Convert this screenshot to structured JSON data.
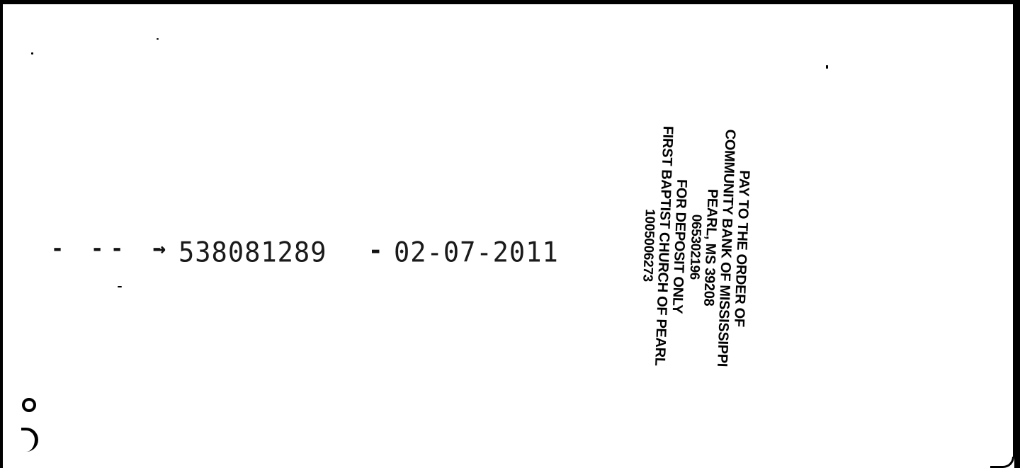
{
  "document": {
    "type": "check-back-endorsement",
    "processing_line": {
      "dashes": "- -- -",
      "arrow": "→",
      "item_number": "538081289",
      "separator": "-",
      "date": "02-07-2011"
    },
    "endorsement_stamp": {
      "lines": [
        "PAY TO THE ORDER OF",
        "COMMUNITY BANK OF MISSISSIPPI",
        "PEARL, MS  39208",
        "065302196",
        "FOR DEPOSIT ONLY",
        "FIRST BAPTIST CHURCH OF PEARL",
        "1005006273"
      ]
    }
  }
}
